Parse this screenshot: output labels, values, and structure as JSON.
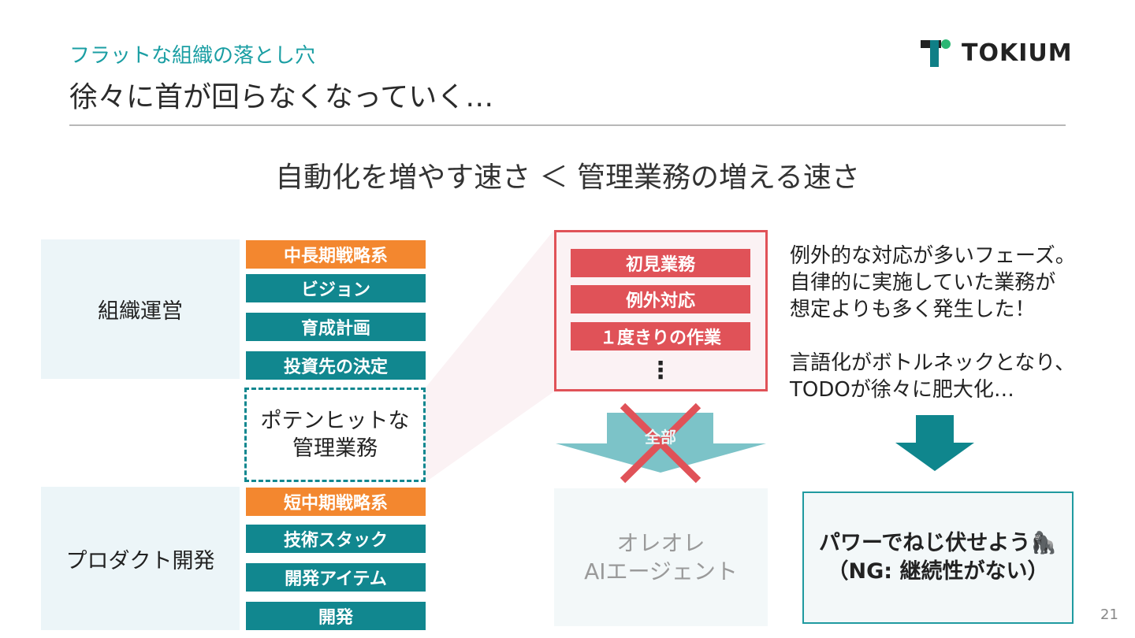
{
  "header": {
    "subtitle": "フラットな組織の落とし穴",
    "title": "徐々に首が回らなくなっていく…",
    "logo_text": "TOKIUM"
  },
  "headline": "自動化を増やす速さ ＜ 管理業務の増える速さ",
  "groups": {
    "org": {
      "label": "組織運営"
    },
    "product": {
      "label": "プロダクト開発"
    }
  },
  "org_tags": [
    "中長期戦略系",
    "ビジョン",
    "育成計画",
    "投資先の決定"
  ],
  "potential": {
    "line1": "ポテンヒットな",
    "line2": "管理業務"
  },
  "product_tags": [
    "短中期戦略系",
    "技術スタック",
    "開発アイテム",
    "開発"
  ],
  "detail": {
    "items": [
      "初見業務",
      "例外対応",
      "１度きりの作業"
    ],
    "ellipsis": "⋮"
  },
  "arrow_label": "全部",
  "agent": {
    "line1": "オレオレ",
    "line2": "AIエージェント"
  },
  "note": {
    "para1": [
      "例外的な対応が多いフェーズ。",
      "自律的に実施していた業務が",
      "想定よりも多く発生した！"
    ],
    "para2": [
      "言語化がボトルネックとなり、",
      "TODOが徐々に肥大化…"
    ]
  },
  "result": {
    "line1": "パワーでねじ伏せよう🦍",
    "line2": "（NG: 継続性がない）"
  },
  "page_number": "21",
  "colors": {
    "accent_teal": "#11878f",
    "accent_orange": "#f3872f",
    "accent_red": "#e05258",
    "logo_green": "#2bb673"
  }
}
